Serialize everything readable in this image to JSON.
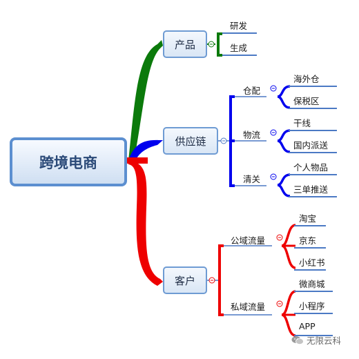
{
  "root": {
    "label": "跨境电商"
  },
  "branches": {
    "product": {
      "label": "产品",
      "children": [
        "研发",
        "生成"
      ]
    },
    "supply": {
      "label": "供应链",
      "groups": [
        {
          "label": "仓配",
          "children": [
            "海外仓",
            "保税区"
          ]
        },
        {
          "label": "物流",
          "children": [
            "干线",
            "国内派送"
          ]
        },
        {
          "label": "清关",
          "children": [
            "个人物品",
            "三单推送"
          ]
        }
      ]
    },
    "customer": {
      "label": "客户",
      "groups": [
        {
          "label": "公域流量",
          "children": [
            "淘宝",
            "京东",
            "小红书"
          ]
        },
        {
          "label": "私域流量",
          "children": [
            "微商城",
            "小程序",
            "APP"
          ]
        }
      ]
    }
  },
  "colors": {
    "product": "#0b7a0b",
    "supply": "#0000ee",
    "customer": "#ee0000",
    "node_border": "#5c8fd0"
  },
  "watermark": {
    "icon": "wechat-icon",
    "text": "无限云科"
  }
}
